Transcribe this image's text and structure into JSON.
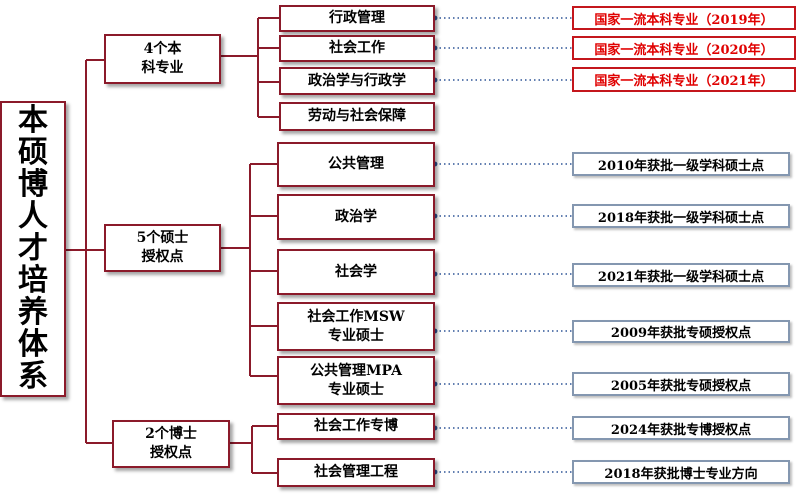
{
  "root": {
    "label": "本硕博人才培养体系"
  },
  "categories": [
    {
      "label": "4个本\n科专业"
    },
    {
      "label": "5个硕士\n授权点"
    },
    {
      "label": "2个博士\n授权点"
    }
  ],
  "items": [
    {
      "label": "行政管理",
      "note": "国家一流本科专业（2019年）"
    },
    {
      "label": "社会工作",
      "note": "国家一流本科专业（2020年）"
    },
    {
      "label": "政治学与行政学",
      "note": "国家一流本科专业（2021年）"
    },
    {
      "label": "劳动与社会保障",
      "note": ""
    },
    {
      "label": "公共管理",
      "note": "2010年获批一级学科硕士点"
    },
    {
      "label": "政治学",
      "note": "2018年获批一级学科硕士点"
    },
    {
      "label": "社会学",
      "note": "2021年获批一级学科硕士点"
    },
    {
      "label": "社会工作MSW\n专业硕士",
      "note": "2009年获批专硕授权点"
    },
    {
      "label": "公共管理MPA\n专业硕士",
      "note": "2005年获批专硕授权点"
    },
    {
      "label": "社会工作专博",
      "note": "2024年获批专博授权点"
    },
    {
      "label": "社会管理工程",
      "note": "2018年获批博士专业方向"
    }
  ],
  "colors": {
    "box_border": "#8b1a2a",
    "connector": "#8b1a2a",
    "dotted": "#2f5597",
    "red_tag": "#e00000",
    "blue_tag_border": "#8497b0"
  }
}
